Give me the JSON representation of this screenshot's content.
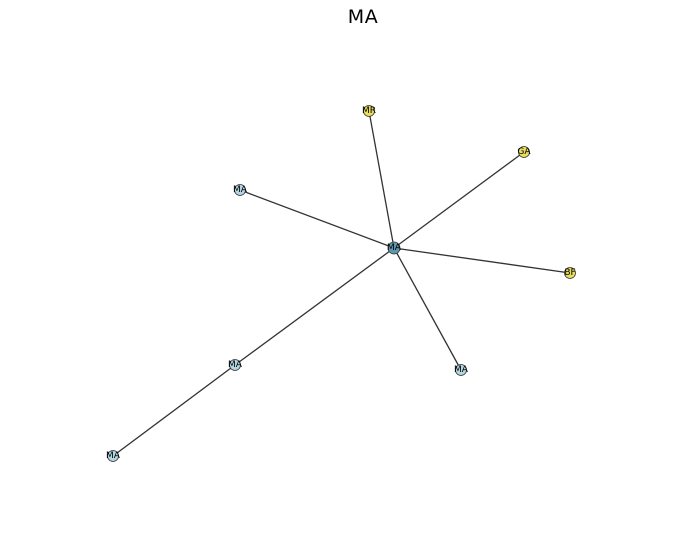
{
  "title": "MA",
  "colors": {
    "center": "#5f97ad",
    "country": "#e8e05c",
    "ma": "#b4d6e2",
    "edge": "#333333"
  },
  "graph": {
    "nodes": [
      {
        "id": "center",
        "label": "MA",
        "kind": "center"
      },
      {
        "id": "mr",
        "label": "MR",
        "kind": "country"
      },
      {
        "id": "ga",
        "label": "GA",
        "kind": "country"
      },
      {
        "id": "bf",
        "label": "BF",
        "kind": "country"
      },
      {
        "id": "ma-a",
        "label": "MA",
        "kind": "ma"
      },
      {
        "id": "ma-b",
        "label": "MA",
        "kind": "ma"
      },
      {
        "id": "ma-c",
        "label": "MA",
        "kind": "ma"
      },
      {
        "id": "ma-d",
        "label": "MA",
        "kind": "ma"
      }
    ],
    "edges": [
      [
        "center",
        "mr"
      ],
      [
        "center",
        "ga"
      ],
      [
        "center",
        "bf"
      ],
      [
        "center",
        "ma-a"
      ],
      [
        "center",
        "ma-b"
      ],
      [
        "center",
        "ma-c"
      ],
      [
        "ma-c",
        "ma-d"
      ]
    ]
  }
}
